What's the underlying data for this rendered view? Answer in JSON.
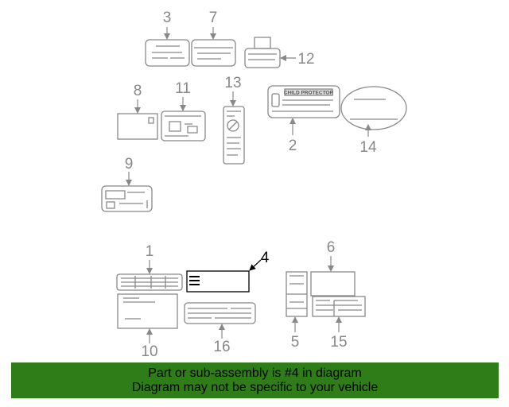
{
  "diagram": {
    "callouts": {
      "c1": "1",
      "c2": "2",
      "c3": "3",
      "c4": "4",
      "c5": "5",
      "c6": "6",
      "c7": "7",
      "c8": "8",
      "c9": "9",
      "c10": "10",
      "c11": "11",
      "c12": "12",
      "c13": "13",
      "c14": "14",
      "c15": "15",
      "c16": "16"
    },
    "label2_header": "CHILD PROTECTOR",
    "highlighted_part": "4"
  },
  "banner": {
    "line1": "Part or sub-assembly is #4 in diagram",
    "line2": "Diagram may not be specific to your vehicle",
    "color": "#2e7d18"
  }
}
